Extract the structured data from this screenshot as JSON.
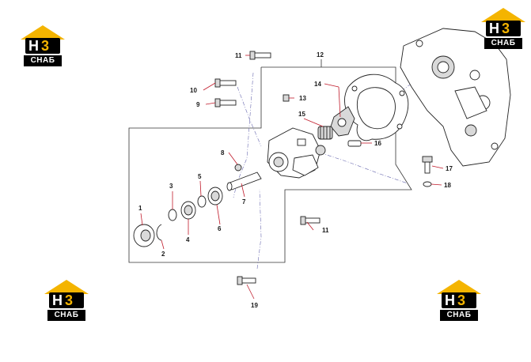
{
  "logo": {
    "glyph_h": "H",
    "glyph_3": "3",
    "wordmark": "CHAБ",
    "accent_color": "#f4b400",
    "plate_color": "#000000"
  },
  "callouts": [
    {
      "id": "1",
      "label": "1"
    },
    {
      "id": "2",
      "label": "2"
    },
    {
      "id": "3",
      "label": "3"
    },
    {
      "id": "4",
      "label": "4"
    },
    {
      "id": "5",
      "label": "5"
    },
    {
      "id": "6",
      "label": "6"
    },
    {
      "id": "7",
      "label": "7"
    },
    {
      "id": "8",
      "label": "8"
    },
    {
      "id": "9",
      "label": "9"
    },
    {
      "id": "10",
      "label": "10"
    },
    {
      "id": "11a",
      "label": "11"
    },
    {
      "id": "11b",
      "label": "11"
    },
    {
      "id": "12",
      "label": "12"
    },
    {
      "id": "13",
      "label": "13"
    },
    {
      "id": "14",
      "label": "14"
    },
    {
      "id": "15",
      "label": "15"
    },
    {
      "id": "16",
      "label": "16"
    },
    {
      "id": "17",
      "label": "17"
    },
    {
      "id": "18",
      "label": "18"
    },
    {
      "id": "19",
      "label": "19"
    }
  ],
  "colors": {
    "leader": "#c01a2a",
    "centerline": "#6a6ab0",
    "outline": "#333333"
  }
}
